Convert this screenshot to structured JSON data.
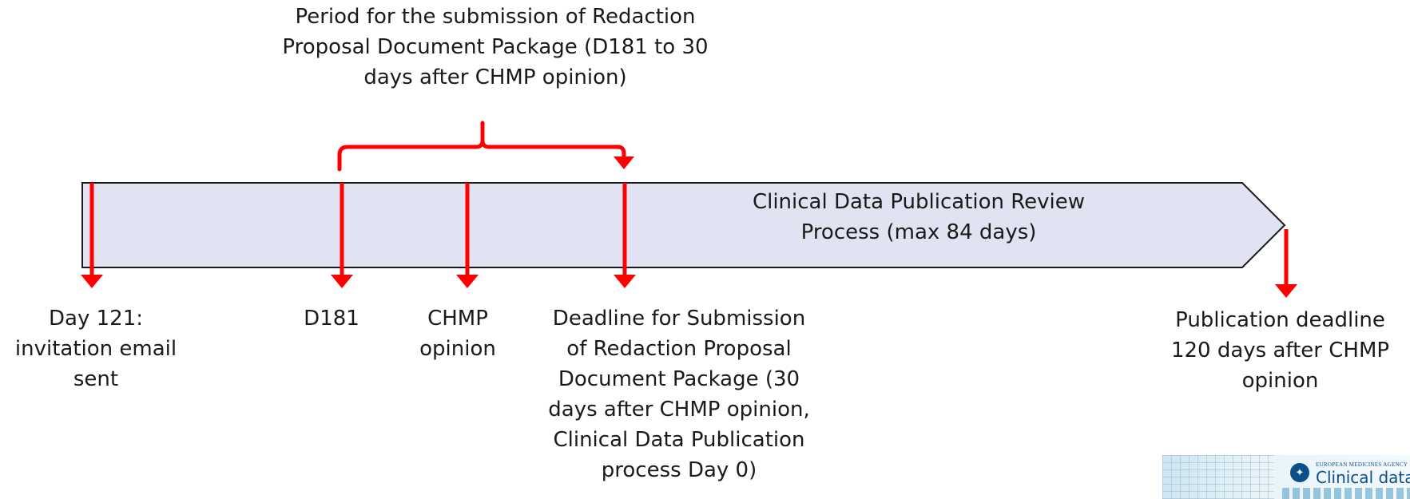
{
  "bracket": {
    "caption": "Period for the submission of Redaction\nProposal Document Package (D181 to 30\ndays after CHMP opinion)"
  },
  "process": {
    "label": "Clinical Data Publication Review\nProcess (max 84 days)",
    "fill_color": "#e1e3f2",
    "stroke_color": "#1a1a1a"
  },
  "milestones": [
    {
      "label": "Day 121:\ninvitation email\nsent"
    },
    {
      "label": "D181"
    },
    {
      "label": "CHMP\nopinion"
    },
    {
      "label": "Deadline for Submission\nof Redaction Proposal\nDocument Package (30\ndays after CHMP opinion,\nClinical Data Publication\nprocess Day 0)"
    },
    {
      "label": "Publication deadline\n120 days after CHMP\nopinion"
    }
  ],
  "colors": {
    "arrow": "#ff0000",
    "text": "#1a1a1a",
    "logo_blue": "#0b4f8a"
  },
  "logo": {
    "agency": "EUROPEAN MEDICINES AGENCY",
    "title": "Clinical data",
    "emblem_icon": "ema-emblem-icon"
  }
}
